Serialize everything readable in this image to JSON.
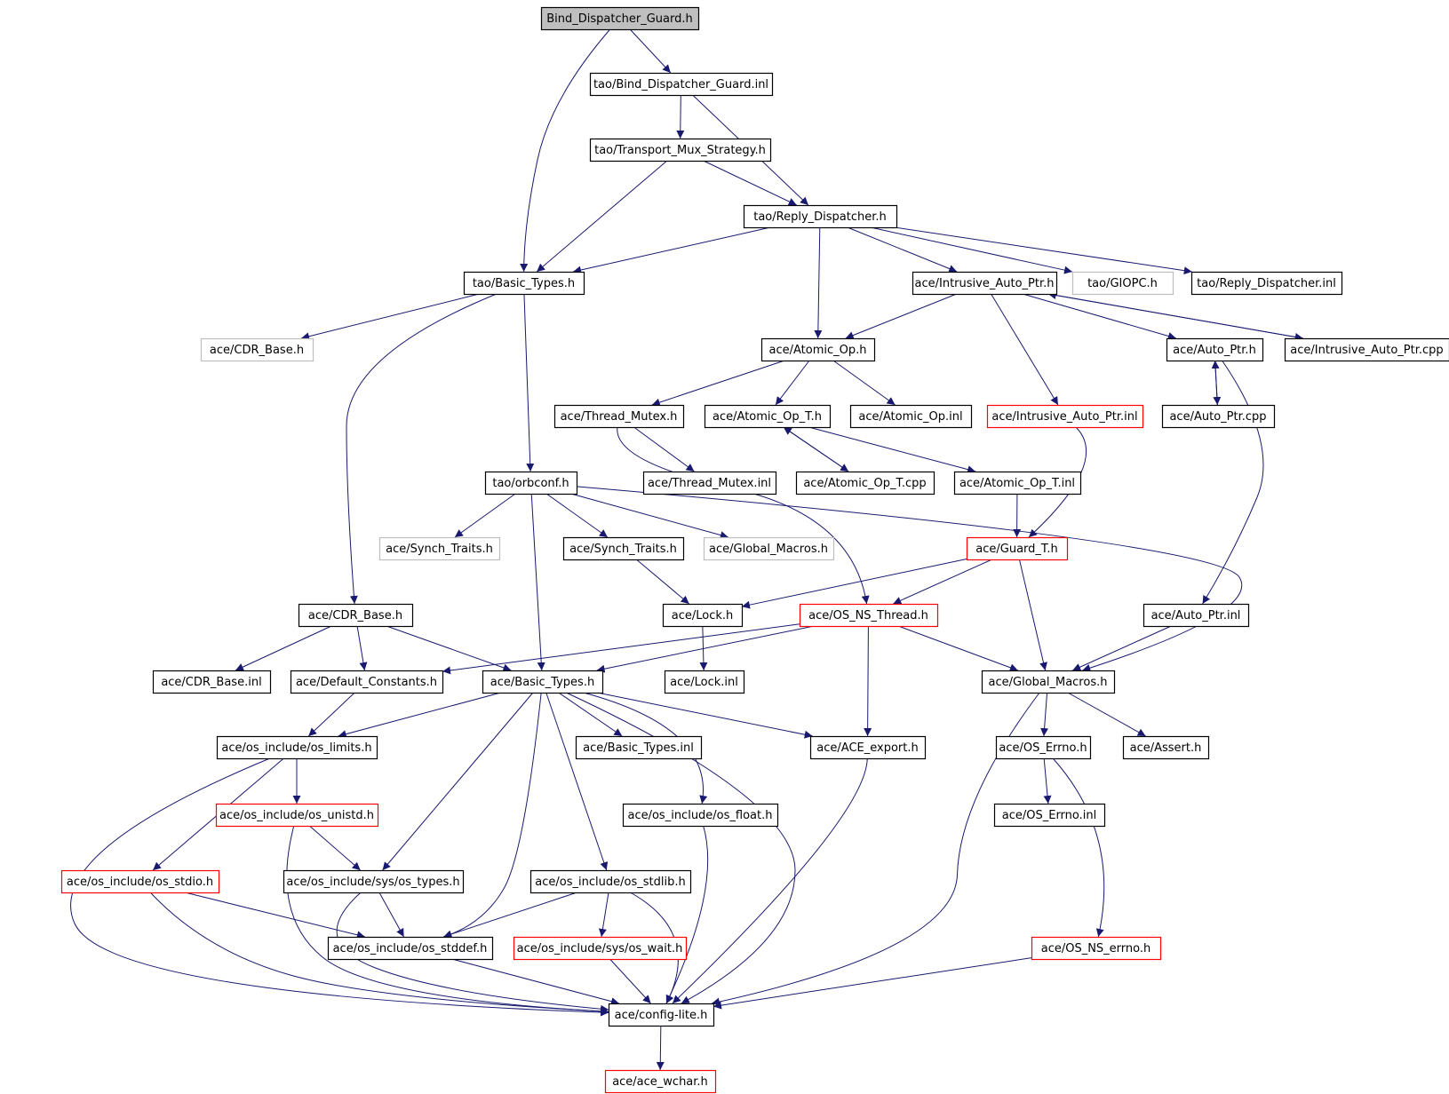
{
  "diagram": {
    "colors": {
      "edge": "#191970",
      "arrow": "#191970",
      "node_border_normal": "#000000",
      "node_border_incomplete": "#ff0000",
      "node_border_external": "#bfbfbf",
      "root_fill": "#bfbfbf",
      "node_fill": "#ffffff"
    },
    "nodes": [
      {
        "id": "n_root",
        "label": "Bind_Dispatcher_Guard.h",
        "style": "root"
      },
      {
        "id": "n_bdg_inl",
        "label": "tao/Bind_Dispatcher_Guard.inl",
        "style": "normal"
      },
      {
        "id": "n_tms",
        "label": "tao/Transport_Mux_Strategy.h",
        "style": "normal"
      },
      {
        "id": "n_rd",
        "label": "tao/Reply_Dispatcher.h",
        "style": "normal"
      },
      {
        "id": "n_tao_bt",
        "label": "tao/Basic_Types.h",
        "style": "normal"
      },
      {
        "id": "n_iap",
        "label": "ace/Intrusive_Auto_Ptr.h",
        "style": "normal"
      },
      {
        "id": "n_giopc",
        "label": "tao/GIOPC.h",
        "style": "external"
      },
      {
        "id": "n_rd_inl",
        "label": "tao/Reply_Dispatcher.inl",
        "style": "normal"
      },
      {
        "id": "n_cdr_base_ext",
        "label": "ace/CDR_Base.h",
        "style": "external"
      },
      {
        "id": "n_atomic_op",
        "label": "ace/Atomic_Op.h",
        "style": "normal"
      },
      {
        "id": "n_auto_ptr",
        "label": "ace/Auto_Ptr.h",
        "style": "normal"
      },
      {
        "id": "n_iap_cpp",
        "label": "ace/Intrusive_Auto_Ptr.cpp",
        "style": "normal"
      },
      {
        "id": "n_thread_mutex",
        "label": "ace/Thread_Mutex.h",
        "style": "normal"
      },
      {
        "id": "n_atomic_op_t",
        "label": "ace/Atomic_Op_T.h",
        "style": "normal"
      },
      {
        "id": "n_atomic_op_inl",
        "label": "ace/Atomic_Op.inl",
        "style": "normal"
      },
      {
        "id": "n_iap_inl",
        "label": "ace/Intrusive_Auto_Ptr.inl",
        "style": "incomplete"
      },
      {
        "id": "n_auto_ptr_cpp",
        "label": "ace/Auto_Ptr.cpp",
        "style": "normal"
      },
      {
        "id": "n_orbconf",
        "label": "tao/orbconf.h",
        "style": "normal"
      },
      {
        "id": "n_thread_mutex_inl",
        "label": "ace/Thread_Mutex.inl",
        "style": "normal"
      },
      {
        "id": "n_atomic_op_t_cpp",
        "label": "ace/Atomic_Op_T.cpp",
        "style": "normal"
      },
      {
        "id": "n_atomic_op_t_inl",
        "label": "ace/Atomic_Op_T.inl",
        "style": "normal"
      },
      {
        "id": "n_synch_traits_ext",
        "label": "ace/Synch_Traits.h",
        "style": "external"
      },
      {
        "id": "n_synch_traits",
        "label": "ace/Synch_Traits.h",
        "style": "normal"
      },
      {
        "id": "n_global_macros_ext",
        "label": "ace/Global_Macros.h",
        "style": "external"
      },
      {
        "id": "n_guard_t",
        "label": "ace/Guard_T.h",
        "style": "incomplete"
      },
      {
        "id": "n_cdr_base",
        "label": "ace/CDR_Base.h",
        "style": "normal"
      },
      {
        "id": "n_lock",
        "label": "ace/Lock.h",
        "style": "normal"
      },
      {
        "id": "n_os_ns_thread",
        "label": "ace/OS_NS_Thread.h",
        "style": "incomplete"
      },
      {
        "id": "n_auto_ptr_inl",
        "label": "ace/Auto_Ptr.inl",
        "style": "normal"
      },
      {
        "id": "n_cdr_base_inl",
        "label": "ace/CDR_Base.inl",
        "style": "normal"
      },
      {
        "id": "n_default_constants",
        "label": "ace/Default_Constants.h",
        "style": "normal"
      },
      {
        "id": "n_ace_bt",
        "label": "ace/Basic_Types.h",
        "style": "normal"
      },
      {
        "id": "n_lock_inl",
        "label": "ace/Lock.inl",
        "style": "normal"
      },
      {
        "id": "n_global_macros",
        "label": "ace/Global_Macros.h",
        "style": "normal"
      },
      {
        "id": "n_os_limits",
        "label": "ace/os_include/os_limits.h",
        "style": "normal"
      },
      {
        "id": "n_ace_bt_inl",
        "label": "ace/Basic_Types.inl",
        "style": "normal"
      },
      {
        "id": "n_ace_export",
        "label": "ace/ACE_export.h",
        "style": "normal"
      },
      {
        "id": "n_os_errno",
        "label": "ace/OS_Errno.h",
        "style": "normal"
      },
      {
        "id": "n_assert",
        "label": "ace/Assert.h",
        "style": "normal"
      },
      {
        "id": "n_os_unistd",
        "label": "ace/os_include/os_unistd.h",
        "style": "incomplete"
      },
      {
        "id": "n_os_float",
        "label": "ace/os_include/os_float.h",
        "style": "normal"
      },
      {
        "id": "n_os_errno_inl",
        "label": "ace/OS_Errno.inl",
        "style": "normal"
      },
      {
        "id": "n_os_stdio",
        "label": "ace/os_include/os_stdio.h",
        "style": "incomplete"
      },
      {
        "id": "n_os_types",
        "label": "ace/os_include/sys/os_types.h",
        "style": "normal"
      },
      {
        "id": "n_os_stdlib",
        "label": "ace/os_include/os_stdlib.h",
        "style": "normal"
      },
      {
        "id": "n_os_stddef",
        "label": "ace/os_include/os_stddef.h",
        "style": "normal"
      },
      {
        "id": "n_os_wait",
        "label": "ace/os_include/sys/os_wait.h",
        "style": "incomplete"
      },
      {
        "id": "n_os_ns_errno",
        "label": "ace/OS_NS_errno.h",
        "style": "incomplete"
      },
      {
        "id": "n_config_lite",
        "label": "ace/config-lite.h",
        "style": "normal"
      },
      {
        "id": "n_ace_wchar",
        "label": "ace/ace_wchar.h",
        "style": "incomplete"
      }
    ],
    "edges": [
      {
        "id": "e01",
        "from": "n_root",
        "to": "n_bdg_inl"
      },
      {
        "id": "e02",
        "from": "n_root",
        "to": "n_tao_bt"
      },
      {
        "id": "e03",
        "from": "n_bdg_inl",
        "to": "n_tms"
      },
      {
        "id": "e04",
        "from": "n_bdg_inl",
        "to": "n_rd"
      },
      {
        "id": "e05",
        "from": "n_tms",
        "to": "n_tao_bt"
      },
      {
        "id": "e06",
        "from": "n_tms",
        "to": "n_rd"
      },
      {
        "id": "e07",
        "from": "n_rd",
        "to": "n_tao_bt"
      },
      {
        "id": "e08",
        "from": "n_rd",
        "to": "n_iap"
      },
      {
        "id": "e09",
        "from": "n_rd",
        "to": "n_giopc"
      },
      {
        "id": "e10",
        "from": "n_rd",
        "to": "n_rd_inl"
      },
      {
        "id": "e11",
        "from": "n_rd",
        "to": "n_atomic_op"
      },
      {
        "id": "e12",
        "from": "n_tao_bt",
        "to": "n_cdr_base_ext"
      },
      {
        "id": "e13",
        "from": "n_tao_bt",
        "to": "n_cdr_base"
      },
      {
        "id": "e14",
        "from": "n_tao_bt",
        "to": "n_orbconf"
      },
      {
        "id": "e15",
        "from": "n_iap",
        "to": "n_atomic_op"
      },
      {
        "id": "e16",
        "from": "n_iap",
        "to": "n_auto_ptr"
      },
      {
        "id": "e17",
        "from": "n_iap",
        "to": "n_iap_cpp"
      },
      {
        "id": "e18",
        "from": "n_iap",
        "to": "n_iap_inl"
      },
      {
        "id": "e19",
        "from": "n_iap_cpp",
        "to": "n_iap"
      },
      {
        "id": "e20",
        "from": "n_auto_ptr",
        "to": "n_auto_ptr_cpp"
      },
      {
        "id": "e21",
        "from": "n_auto_ptr_cpp",
        "to": "n_auto_ptr"
      },
      {
        "id": "e22",
        "from": "n_auto_ptr",
        "to": "n_auto_ptr_inl"
      },
      {
        "id": "e23",
        "from": "n_atomic_op",
        "to": "n_thread_mutex"
      },
      {
        "id": "e24",
        "from": "n_atomic_op",
        "to": "n_atomic_op_t"
      },
      {
        "id": "e25",
        "from": "n_atomic_op",
        "to": "n_atomic_op_inl"
      },
      {
        "id": "e26",
        "from": "n_thread_mutex",
        "to": "n_thread_mutex_inl"
      },
      {
        "id": "e27",
        "from": "n_thread_mutex",
        "to": "n_os_ns_thread"
      },
      {
        "id": "e28",
        "from": "n_atomic_op_t",
        "to": "n_atomic_op_t_cpp"
      },
      {
        "id": "e29",
        "from": "n_atomic_op_t_cpp",
        "to": "n_atomic_op_t"
      },
      {
        "id": "e30",
        "from": "n_atomic_op_t",
        "to": "n_atomic_op_t_inl"
      },
      {
        "id": "e31",
        "from": "n_atomic_op_t_inl",
        "to": "n_guard_t"
      },
      {
        "id": "e32",
        "from": "n_iap_inl",
        "to": "n_guard_t"
      },
      {
        "id": "e33",
        "from": "n_orbconf",
        "to": "n_synch_traits_ext"
      },
      {
        "id": "e34",
        "from": "n_orbconf",
        "to": "n_synch_traits"
      },
      {
        "id": "e35",
        "from": "n_orbconf",
        "to": "n_global_macros_ext"
      },
      {
        "id": "e36",
        "from": "n_orbconf",
        "to": "n_ace_bt"
      },
      {
        "id": "e37",
        "from": "n_orbconf",
        "to": "n_global_macros"
      },
      {
        "id": "e38",
        "from": "n_synch_traits",
        "to": "n_lock"
      },
      {
        "id": "e39",
        "from": "n_guard_t",
        "to": "n_lock"
      },
      {
        "id": "e40",
        "from": "n_guard_t",
        "to": "n_os_ns_thread"
      },
      {
        "id": "e41",
        "from": "n_guard_t",
        "to": "n_global_macros"
      },
      {
        "id": "e42",
        "from": "n_cdr_base",
        "to": "n_cdr_base_inl"
      },
      {
        "id": "e43",
        "from": "n_cdr_base",
        "to": "n_default_constants"
      },
      {
        "id": "e44",
        "from": "n_cdr_base",
        "to": "n_ace_bt"
      },
      {
        "id": "e45",
        "from": "n_lock",
        "to": "n_lock_inl"
      },
      {
        "id": "e46",
        "from": "n_os_ns_thread",
        "to": "n_default_constants"
      },
      {
        "id": "e47",
        "from": "n_os_ns_thread",
        "to": "n_ace_bt"
      },
      {
        "id": "e48",
        "from": "n_os_ns_thread",
        "to": "n_global_macros"
      },
      {
        "id": "e49",
        "from": "n_os_ns_thread",
        "to": "n_ace_export"
      },
      {
        "id": "e50",
        "from": "n_auto_ptr_inl",
        "to": "n_global_macros"
      },
      {
        "id": "e51",
        "from": "n_default_constants",
        "to": "n_os_limits"
      },
      {
        "id": "e52",
        "from": "n_ace_bt",
        "to": "n_os_limits"
      },
      {
        "id": "e53",
        "from": "n_ace_bt",
        "to": "n_ace_bt_inl"
      },
      {
        "id": "e54",
        "from": "n_ace_bt",
        "to": "n_ace_export"
      },
      {
        "id": "e55",
        "from": "n_ace_bt",
        "to": "n_os_float"
      },
      {
        "id": "e56",
        "from": "n_ace_bt",
        "to": "n_os_types"
      },
      {
        "id": "e57",
        "from": "n_ace_bt",
        "to": "n_os_stdlib"
      },
      {
        "id": "e58",
        "from": "n_ace_bt",
        "to": "n_os_stddef"
      },
      {
        "id": "e59",
        "from": "n_ace_bt",
        "to": "n_config_lite"
      },
      {
        "id": "e60",
        "from": "n_global_macros",
        "to": "n_os_errno"
      },
      {
        "id": "e61",
        "from": "n_global_macros",
        "to": "n_assert"
      },
      {
        "id": "e62",
        "from": "n_global_macros",
        "to": "n_config_lite"
      },
      {
        "id": "e63",
        "from": "n_os_limits",
        "to": "n_os_unistd"
      },
      {
        "id": "e64",
        "from": "n_os_limits",
        "to": "n_os_stdio"
      },
      {
        "id": "e65",
        "from": "n_os_limits",
        "to": "n_config_lite"
      },
      {
        "id": "e66",
        "from": "n_os_errno",
        "to": "n_os_errno_inl"
      },
      {
        "id": "e67",
        "from": "n_os_errno",
        "to": "n_os_ns_errno"
      },
      {
        "id": "e68",
        "from": "n_os_unistd",
        "to": "n_os_types"
      },
      {
        "id": "e69",
        "from": "n_os_unistd",
        "to": "n_config_lite"
      },
      {
        "id": "e70",
        "from": "n_os_stdio",
        "to": "n_os_stddef"
      },
      {
        "id": "e71",
        "from": "n_os_stdio",
        "to": "n_config_lite"
      },
      {
        "id": "e72",
        "from": "n_os_types",
        "to": "n_os_stddef"
      },
      {
        "id": "e73",
        "from": "n_os_types",
        "to": "n_config_lite"
      },
      {
        "id": "e74",
        "from": "n_os_stdlib",
        "to": "n_os_stddef"
      },
      {
        "id": "e75",
        "from": "n_os_stdlib",
        "to": "n_os_wait"
      },
      {
        "id": "e76",
        "from": "n_os_stdlib",
        "to": "n_config_lite"
      },
      {
        "id": "e77",
        "from": "n_os_float",
        "to": "n_config_lite"
      },
      {
        "id": "e78",
        "from": "n_os_stddef",
        "to": "n_config_lite"
      },
      {
        "id": "e79",
        "from": "n_os_wait",
        "to": "n_config_lite"
      },
      {
        "id": "e80",
        "from": "n_ace_export",
        "to": "n_config_lite"
      },
      {
        "id": "e81",
        "from": "n_os_ns_errno",
        "to": "n_config_lite"
      },
      {
        "id": "e82",
        "from": "n_config_lite",
        "to": "n_ace_wchar"
      }
    ]
  }
}
